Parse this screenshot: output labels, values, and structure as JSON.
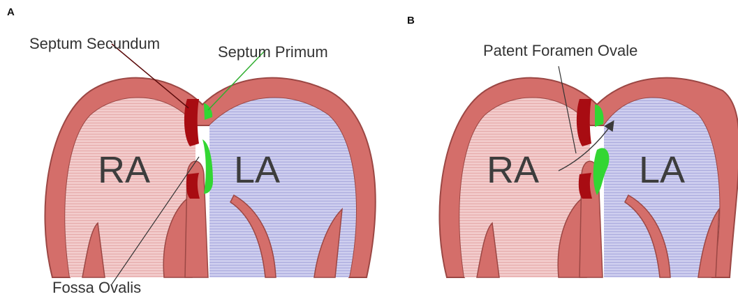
{
  "figure": {
    "panel_a": {
      "letter": "A",
      "labels": {
        "septum_secundum": "Septum Secundum",
        "septum_primum": "Septum Primum",
        "fossa_ovalis": "Fossa Ovalis"
      },
      "chambers": {
        "right_atrium": "RA",
        "left_atrium": "LA"
      }
    },
    "panel_b": {
      "letter": "B",
      "labels": {
        "patent_foramen_ovale": "Patent Foramen Ovale"
      },
      "chambers": {
        "right_atrium": "RA",
        "left_atrium": "LA"
      }
    }
  },
  "colors": {
    "wall": "#d46e6a",
    "wall_outline": "#9b4744",
    "right_atrium_fill": "#f0c4c4",
    "left_atrium_fill": "#c8c8ec",
    "septum_secundum": "#a80c12",
    "septum_primum": "#33d633"
  }
}
